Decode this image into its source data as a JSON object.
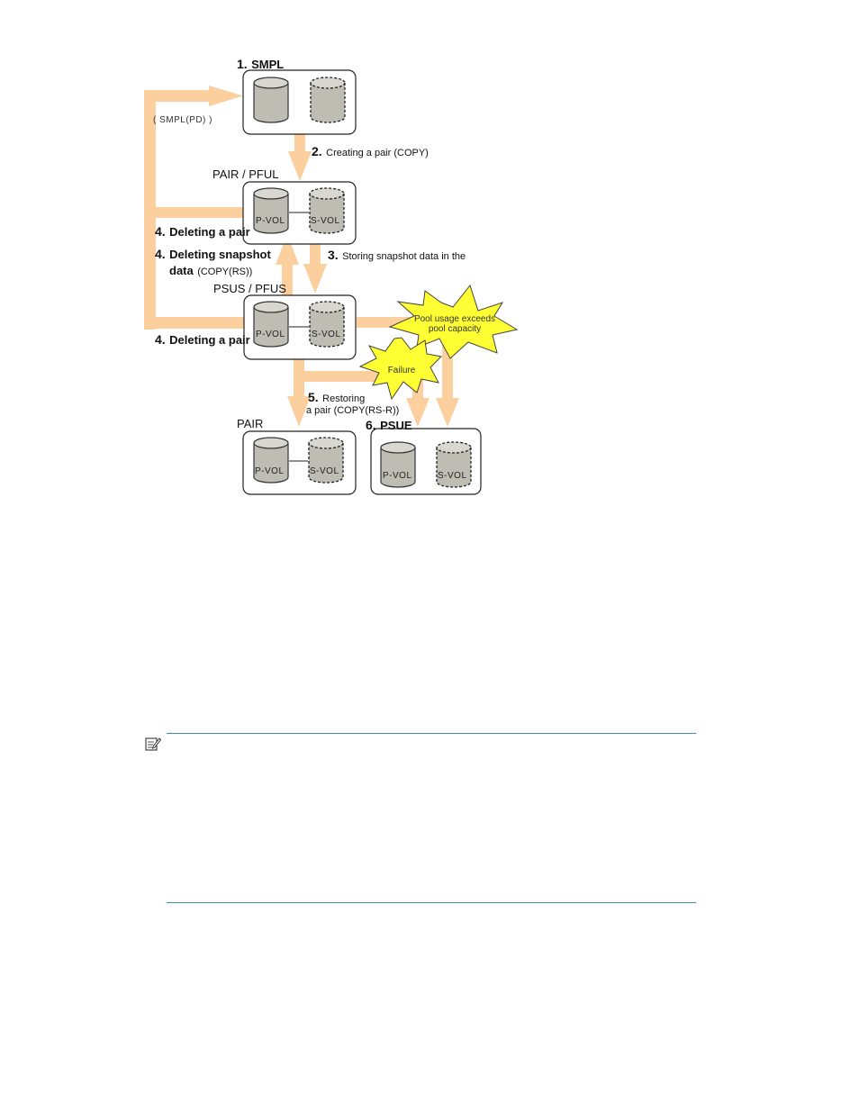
{
  "diagram": {
    "states": {
      "smpl": {
        "num": "1.",
        "label": "SMPL"
      },
      "smpl_pd": "( SMPL(PD) )",
      "pair_pful": "PAIR / PFUL",
      "psus_pfus": "PSUS / PFUS",
      "pair": "PAIR",
      "psue": {
        "num": "6.",
        "label": "PSUE"
      }
    },
    "volumes": {
      "primary": "P-VOL",
      "secondary": "S-VOL"
    },
    "transitions": {
      "create": {
        "num": "2.",
        "label": "Creating a pair (COPY)"
      },
      "store": {
        "num": "3.",
        "label": "Storing snapshot data in the"
      },
      "delete_pair_1": {
        "num": "4.",
        "label": "Deleting a pair"
      },
      "delete_snapshot": {
        "num": "4.",
        "label": "Deleting snapshot",
        "label2": "data",
        "label2_suffix": "(COPY(RS))"
      },
      "delete_pair_2": {
        "num": "4.",
        "label": "Deleting a pair"
      },
      "restore": {
        "num": "5.",
        "label": "Restoring",
        "label2": "a pair (COPY(RS-R))"
      }
    },
    "events": {
      "pool": {
        "line1": "Pool usage exceeds",
        "line2": "pool capacity"
      },
      "failure": "Failure"
    },
    "colors": {
      "arrow": "#fbcf9e",
      "burst": "#ffff33",
      "cylinder": "#bdbdb3",
      "rule": "#3a8fa8"
    }
  },
  "note": {
    "icon": "note-icon"
  }
}
